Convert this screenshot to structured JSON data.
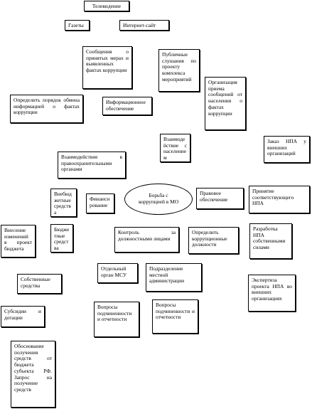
{
  "diagram": {
    "nodes": {
      "tv": "Телевидение",
      "newspapers": "Газеты",
      "website": "Интернет-сайт",
      "reports": "Сообщения о принятых мерах и выявленных фактах коррупции",
      "hearings": "Публичные слушания по проекту комплекса мероприятий",
      "receiving": "Организация приема сообщений от населения о фактах коррупции",
      "exchange_order": "Определить порядок обмена информацией о фактах коррупции",
      "info_support": "Информационное обеспечение",
      "interaction_population": "Взаимодействие с населением",
      "order_external": "Заказ НПА у внешних организаций",
      "interaction_law": "Взаимодействие в правоохранительными органами",
      "extrabudget": "Внебюджетные средства",
      "financing": "Финансирование",
      "center": "Борьба с коррупцией в МО",
      "legal_support": "Правовое обеспечение",
      "adopt_npa": "Принятие соответствующего НПА",
      "budget_amend": "Внесение изменений в проект бюджета",
      "budget_funds": "Бюджетные средства",
      "control_officials": "Контроль за должностными лицами",
      "corrupt_positions": "Определить коррупционные должности",
      "develop_own": "Разработка НПА собственными силами",
      "own_funds": "Собственные средства",
      "separate_body": "Отдельный орган МСУ",
      "local_unit": "Подразделение местной администрации",
      "expertise": "Экспертиза проекта НПА во внешних организациях",
      "subsidies": "Субсидии и дотации",
      "accountability_1": "Вопросы подчиненности и отчетности",
      "accountability_2": "Вопросы подчиненности и отчетности",
      "justification": "Обоснование получения средств от бюджета субъекта РФ. Запрос на получение средств"
    }
  }
}
